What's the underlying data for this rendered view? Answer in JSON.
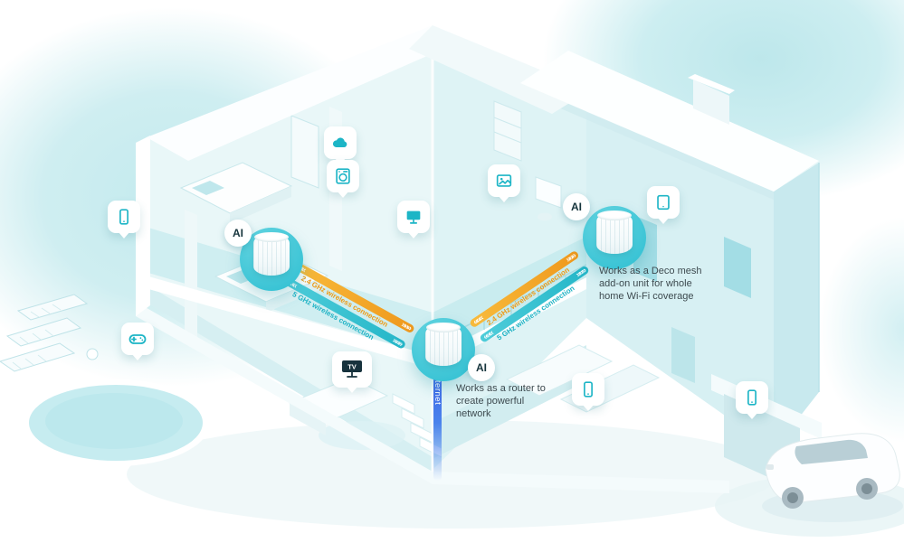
{
  "diagram": {
    "ai_badge_label": "AI",
    "internet_label": "Internet",
    "chevron_left": "«««",
    "chevron_right": "»»»",
    "connections": {
      "left": {
        "band_24ghz_label": "2.4 GHz wireless connection",
        "band_5ghz_label": "5 GHz wireless connection"
      },
      "right": {
        "band_24ghz_label": "2.4 GHz wireless connection",
        "band_5ghz_label": "5 GHz wireless connection"
      }
    },
    "notes": {
      "router": "Works as a router to create powerful network",
      "addon": "Works as a Deco mesh add-on unit for whole home Wi-Fi coverage"
    },
    "tv_screen_label": "TV",
    "colors": {
      "accent_teal": "#1db5c6",
      "band_orange": "#f5a623",
      "band_teal": "#35c3d2",
      "internet_blue": "#3e5fe6",
      "note_text": "#3d4a4f"
    },
    "device_icons": [
      "smartphone-icon",
      "cloud-icon",
      "washing-machine-icon",
      "photo-card-icon",
      "monitor-icon",
      "tablet-icon",
      "gamepad-icon",
      "tv-icon",
      "smartphone-icon",
      "smartphone-icon"
    ]
  }
}
